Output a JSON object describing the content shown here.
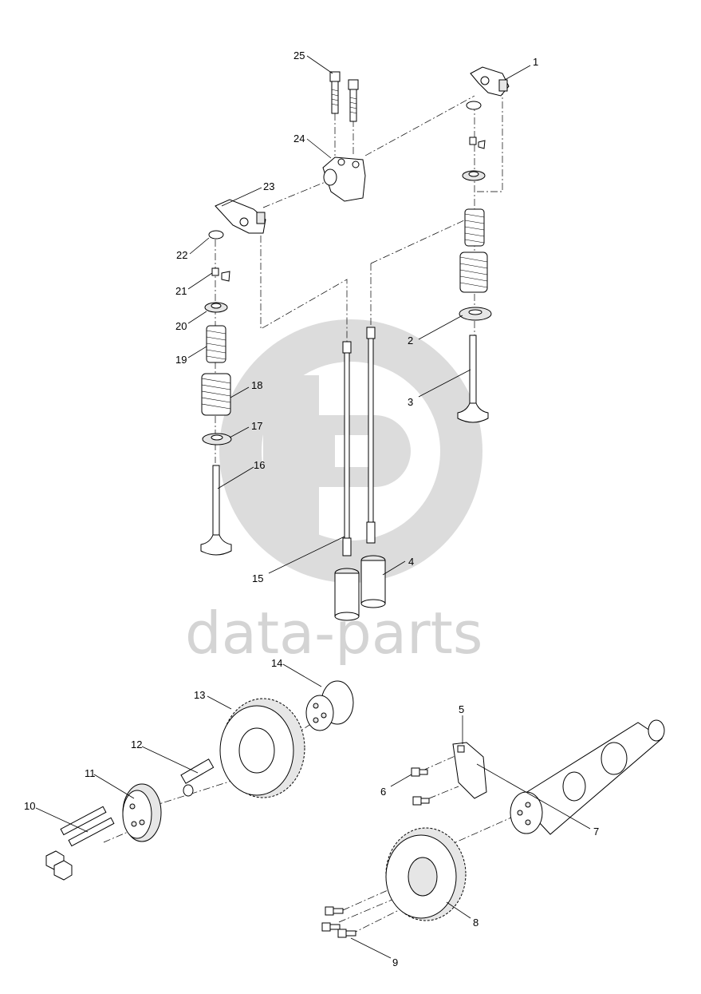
{
  "watermark": {
    "text": "data-parts",
    "color": "#d4d4d4"
  },
  "callouts": [
    {
      "id": "1",
      "label": "1"
    },
    {
      "id": "2",
      "label": "2"
    },
    {
      "id": "3",
      "label": "3"
    },
    {
      "id": "4",
      "label": "4"
    },
    {
      "id": "5",
      "label": "5"
    },
    {
      "id": "6",
      "label": "6"
    },
    {
      "id": "7",
      "label": "7"
    },
    {
      "id": "8",
      "label": "8"
    },
    {
      "id": "9",
      "label": "9"
    },
    {
      "id": "10",
      "label": "10"
    },
    {
      "id": "11",
      "label": "11"
    },
    {
      "id": "12",
      "label": "12"
    },
    {
      "id": "13",
      "label": "13"
    },
    {
      "id": "14",
      "label": "14"
    },
    {
      "id": "15",
      "label": "15"
    },
    {
      "id": "16",
      "label": "16"
    },
    {
      "id": "17",
      "label": "17"
    },
    {
      "id": "18",
      "label": "18"
    },
    {
      "id": "19",
      "label": "19"
    },
    {
      "id": "20",
      "label": "20"
    },
    {
      "id": "21",
      "label": "21"
    },
    {
      "id": "22",
      "label": "22"
    },
    {
      "id": "23",
      "label": "23"
    },
    {
      "id": "24",
      "label": "24"
    },
    {
      "id": "25",
      "label": "25"
    }
  ]
}
